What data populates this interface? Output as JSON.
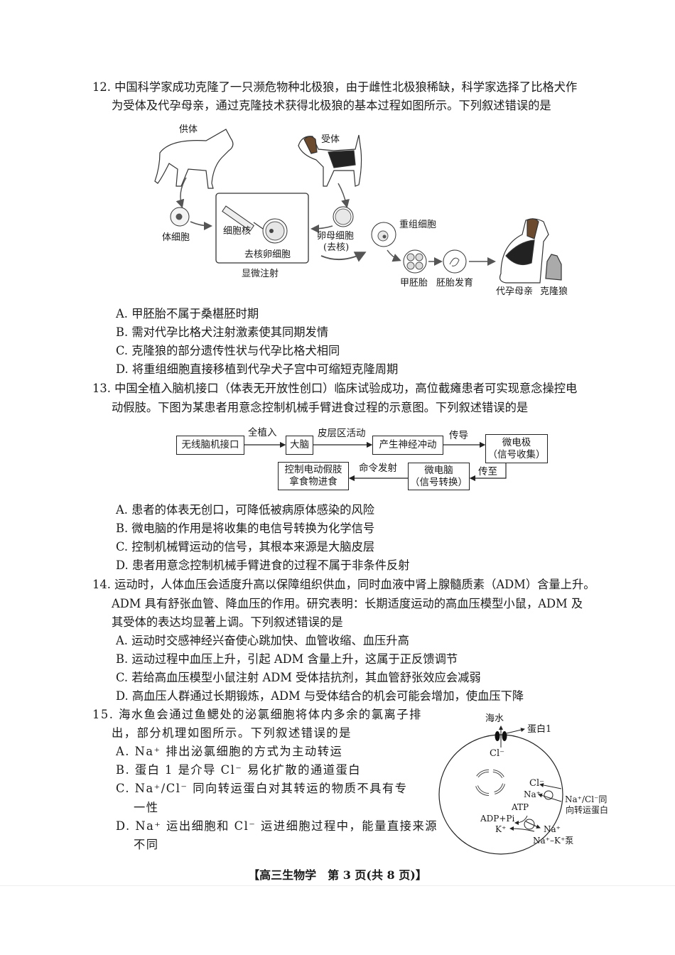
{
  "q12": {
    "lines": [
      "12. 中国科学家成功克隆了一只濒危物种北极狼，由于雌性北极狼稀缺，科学家选择了比格犬作",
      "为受体及代孕母亲，通过克隆技术获得北极狼的基本过程如图所示。下列叙述错误的是"
    ],
    "diagram": {
      "donor": "供体",
      "recipient": "受体",
      "somatic_cell": "体细胞",
      "nucleus": "细胞核",
      "enucleated_egg": "去核卵细胞",
      "microinjection": "显微注射",
      "oocyte": "卵母细胞",
      "oocyte_note": "(去核)",
      "recombinant_cell": "重组细胞",
      "embryo": "甲胚胎",
      "development": "胚胎发育",
      "surrogate": "代孕母亲",
      "clone_wolf": "克隆狼"
    },
    "options": [
      "A. 甲胚胎不属于桑椹胚时期",
      "B. 需对代孕比格犬注射激素使其同期发情",
      "C. 克隆狼的部分遗传性状与代孕比格犬相同",
      "D. 将重组细胞直接移植到代孕犬子宫中可缩短克隆周期"
    ]
  },
  "q13": {
    "lines": [
      "13. 中国全植入脑机接口（体表无开放性创口）临床试验成功，高位截瘫患者可实现意念操控电",
      "动假肢。下图为某患者用意念控制机械手臂进食过程的示意图。下列叙述错误的是"
    ],
    "flow": {
      "b1": "无线脑机接口",
      "a1": "全植入",
      "b2": "大脑",
      "a2": "皮层区活动",
      "b3": "产生神经冲动",
      "a3": "传导",
      "b4_1": "微电极",
      "b4_2": "（信号收集）",
      "a4": "传至",
      "b5_1": "微电脑",
      "b5_2": "（信号转换）",
      "a5": "命令发射",
      "b6_1": "控制电动假肢",
      "b6_2": "拿食物进食"
    },
    "options": [
      "A. 患者的体表无创口，可降低被病原体感染的风险",
      "B. 微电脑的作用是将收集的电信号转换为化学信号",
      "C. 控制机械臂运动的信号，其根本来源是大脑皮层",
      "D. 患者用意念控制机械手臂进食的过程不属于非条件反射"
    ]
  },
  "q14": {
    "lines": [
      "14. 运动时，人体血压会适度升高以保障组织供血，同时血液中肾上腺髓质素（ADM）含量上升。",
      "ADM 具有舒张血管、降血压的作用。研究表明：长期适度运动的高血压模型小鼠，ADM 及",
      "其受体的表达均显著上调。下列叙述错误的是"
    ],
    "options": [
      "A. 运动时交感神经兴奋使心跳加快、血管收缩、血压升高",
      "B. 运动过程中血压上升，引起 ADM 含量上升，这属于正反馈调节",
      "C. 若给高血压模型小鼠注射 ADM 受体拮抗剂，其血管舒张效应会减弱",
      "D. 高血压人群通过长期锻炼，ADM 与受体结合的机会可能会增加，使血压下降"
    ]
  },
  "q15": {
    "lines": [
      "15. 海水鱼会通过鱼鳃处的泌氯细胞将体内多余的氯离子排",
      "出，部分机理如图所示。下列叙述错误的是"
    ],
    "options": [
      "A. Na⁺ 排出泌氯细胞的方式为主动转运",
      "B. 蛋白 1 是介导 Cl⁻ 易化扩散的通道蛋白",
      "C. Na⁺/Cl⁻ 同向转运蛋白对其转运的物质不具有专",
      "一性",
      "D. Na⁺ 运出细胞和 Cl⁻ 运进细胞过程中，能量直接来源",
      "不同"
    ],
    "diagram": {
      "seawater": "海水",
      "protein1": "蛋白1",
      "cl_top": "Cl⁻",
      "cl_right": "Cl⁻",
      "na_right": "Na⁺",
      "symporter_1": "Na⁺/Cl⁻同",
      "symporter_2": "向转运蛋白",
      "atp": "ATP",
      "adp": "ADP+Pi",
      "k": "K⁺",
      "na_out": "Na⁺",
      "pump": "Na⁺–K⁺泵"
    }
  },
  "footer": "【高三生物学　第 3 页(共 8 页)】"
}
